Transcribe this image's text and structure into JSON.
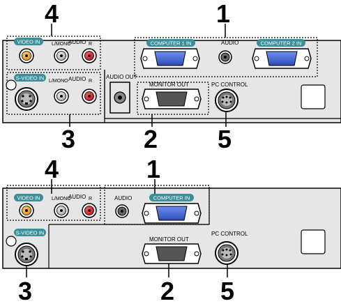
{
  "callouts": {
    "top": {
      "n4": "4",
      "n1": "1",
      "n3": "3",
      "n2": "2",
      "n5": "5"
    },
    "bottom": {
      "n4": "4",
      "n1": "1",
      "n3": "3",
      "n2": "2",
      "n5": "5"
    }
  },
  "top_panel": {
    "video_in": "VIDEO IN",
    "l_mono": "L/MONO",
    "audio": "AUDIO",
    "r": "R",
    "s_video_in": "S-VIDEO IN",
    "l_mono_2": "L/MONO",
    "audio_2": "AUDIO",
    "r_2": "R",
    "computer1_in": "COMPUTER 1 IN",
    "audio_center": "AUDIO",
    "computer2_in": "COMPUTER 2 IN",
    "audio_out": "AUDIO OUT",
    "monitor_out": "MONITOR  OUT",
    "pc_control": "PC CONTROL"
  },
  "bottom_panel": {
    "video_in": "VIDEO IN",
    "l_mono": "L/MONO",
    "audio": "AUDIO",
    "r": "R",
    "audio_computer": "AUDIO",
    "computer_in": "COMPUTER IN",
    "s_video_in": "S-VIDEO IN",
    "monitor_out": "MONITOR  OUT",
    "pc_control": "PC CONTROL"
  },
  "colors": {
    "panel": "#e6e6e6",
    "tag": "#3a8f98",
    "vga_blue": "#3d5fc8",
    "rca_yellow": "#f0a020",
    "rca_red": "#d4202a",
    "rca_gray": "#c0c0c0"
  }
}
